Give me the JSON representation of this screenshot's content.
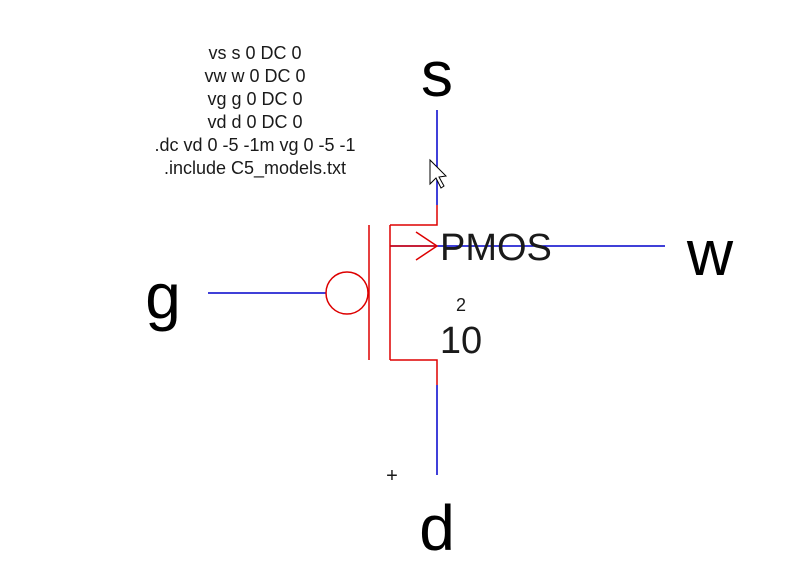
{
  "netlist": {
    "lines": [
      "vs s 0 DC 0",
      "vw w 0 DC 0",
      "vg g 0 DC 0",
      "vd d 0 DC 0",
      ".dc vd 0 -5 -1m vg 0 -5 -1",
      ".include C5_models.txt"
    ]
  },
  "nodes": {
    "source": "s",
    "well": "w",
    "gate": "g",
    "drain": "d"
  },
  "device": {
    "model": "PMOS",
    "width": "10",
    "length": "2"
  },
  "marker": "+",
  "colors": {
    "wire": "#0000cc",
    "device": "#dd0000",
    "text": "#000000"
  }
}
